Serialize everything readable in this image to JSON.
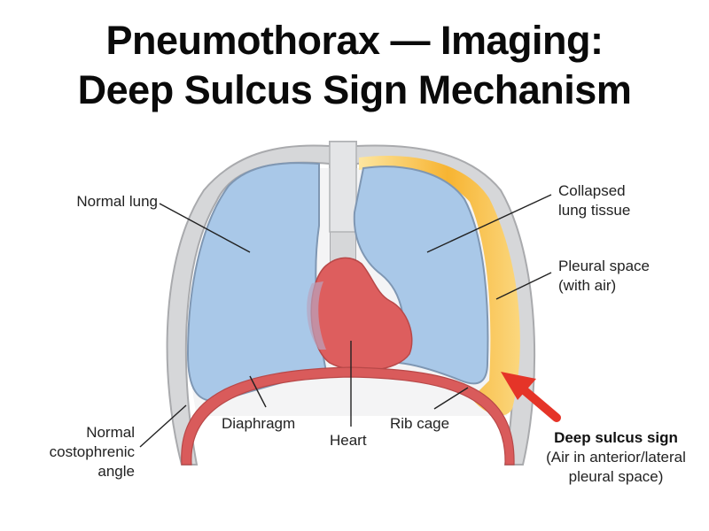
{
  "title": {
    "line1": "Pneumothorax — Imaging:",
    "line2": "Deep Sulcus Sign Mechanism"
  },
  "labels": {
    "normal_lung": "Normal lung",
    "collapsed_lung": "Collapsed\nlung tissue",
    "pleural_space": "Pleural space\n(with air)",
    "normal_angle": "Normal\ncostophrenic\nangle",
    "diaphragm": "Diaphragm",
    "heart": "Heart",
    "rib_cage": "Rib cage",
    "deep_sulcus_title": "Deep sulcus sign",
    "deep_sulcus_desc": "(Air in anterior/lateral\npleural space)"
  },
  "colors": {
    "lung_fill": "#a9c8e8",
    "lung_stroke": "#7f97b3",
    "heart_fill": "#dd5e5e",
    "diaphragm": "#d95b5b",
    "rib_cage": "#cfd0d2",
    "air_gradient": "#f7b432",
    "arrow": "#e53428"
  }
}
